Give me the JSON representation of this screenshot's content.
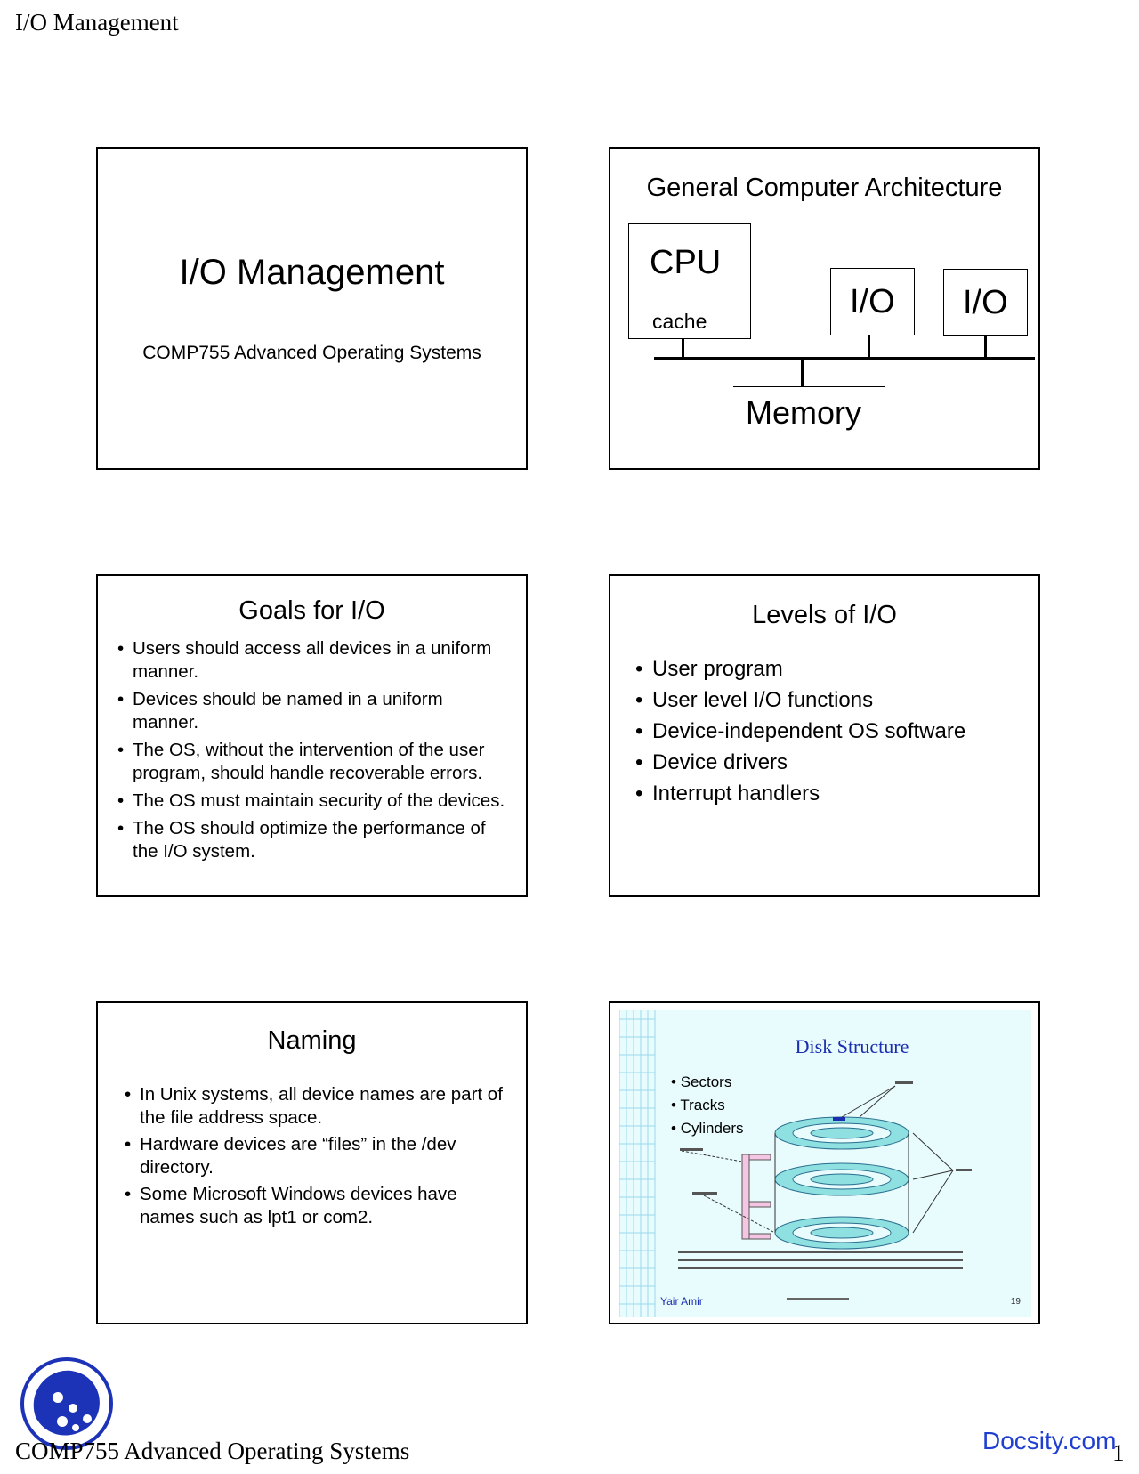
{
  "header": {
    "title": "I/O Management"
  },
  "slides": {
    "title_slide": {
      "title": "I/O Management",
      "subtitle": "COMP755 Advanced Operating Systems"
    },
    "architecture": {
      "title": "General Computer Architecture",
      "cpu": "CPU",
      "cache": "cache",
      "io_1": "I/O",
      "io_2": "I/O",
      "memory": "Memory"
    },
    "goals": {
      "title": "Goals for I/O",
      "bullets": [
        "Users should access all devices in a uniform manner.",
        "Devices should be named in a uniform manner.",
        "The OS, without the intervention of the user program, should handle recoverable errors.",
        "The OS must maintain security of the devices.",
        "The OS should optimize the performance of the I/O system."
      ]
    },
    "levels": {
      "title": "Levels of I/O",
      "bullets": [
        "User program",
        "User level I/O functions",
        "Device-independent OS software",
        "Device drivers",
        "Interrupt handlers"
      ]
    },
    "naming": {
      "title": "Naming",
      "bullets": [
        "In Unix systems, all device names are part of the file address space.",
        "Hardware devices are “files” in the /dev directory.",
        "Some Microsoft Windows devices have names such as lpt1 or com2."
      ]
    },
    "disk": {
      "title": "Disk Structure",
      "bullets": [
        "Sectors",
        "Tracks",
        "Cylinders"
      ],
      "footer_name": "Yair Amir",
      "page": "19"
    }
  },
  "footer": {
    "course": "COMP755 Advanced Operating Systems",
    "brand": "Docsity.com",
    "page_number": "1"
  }
}
